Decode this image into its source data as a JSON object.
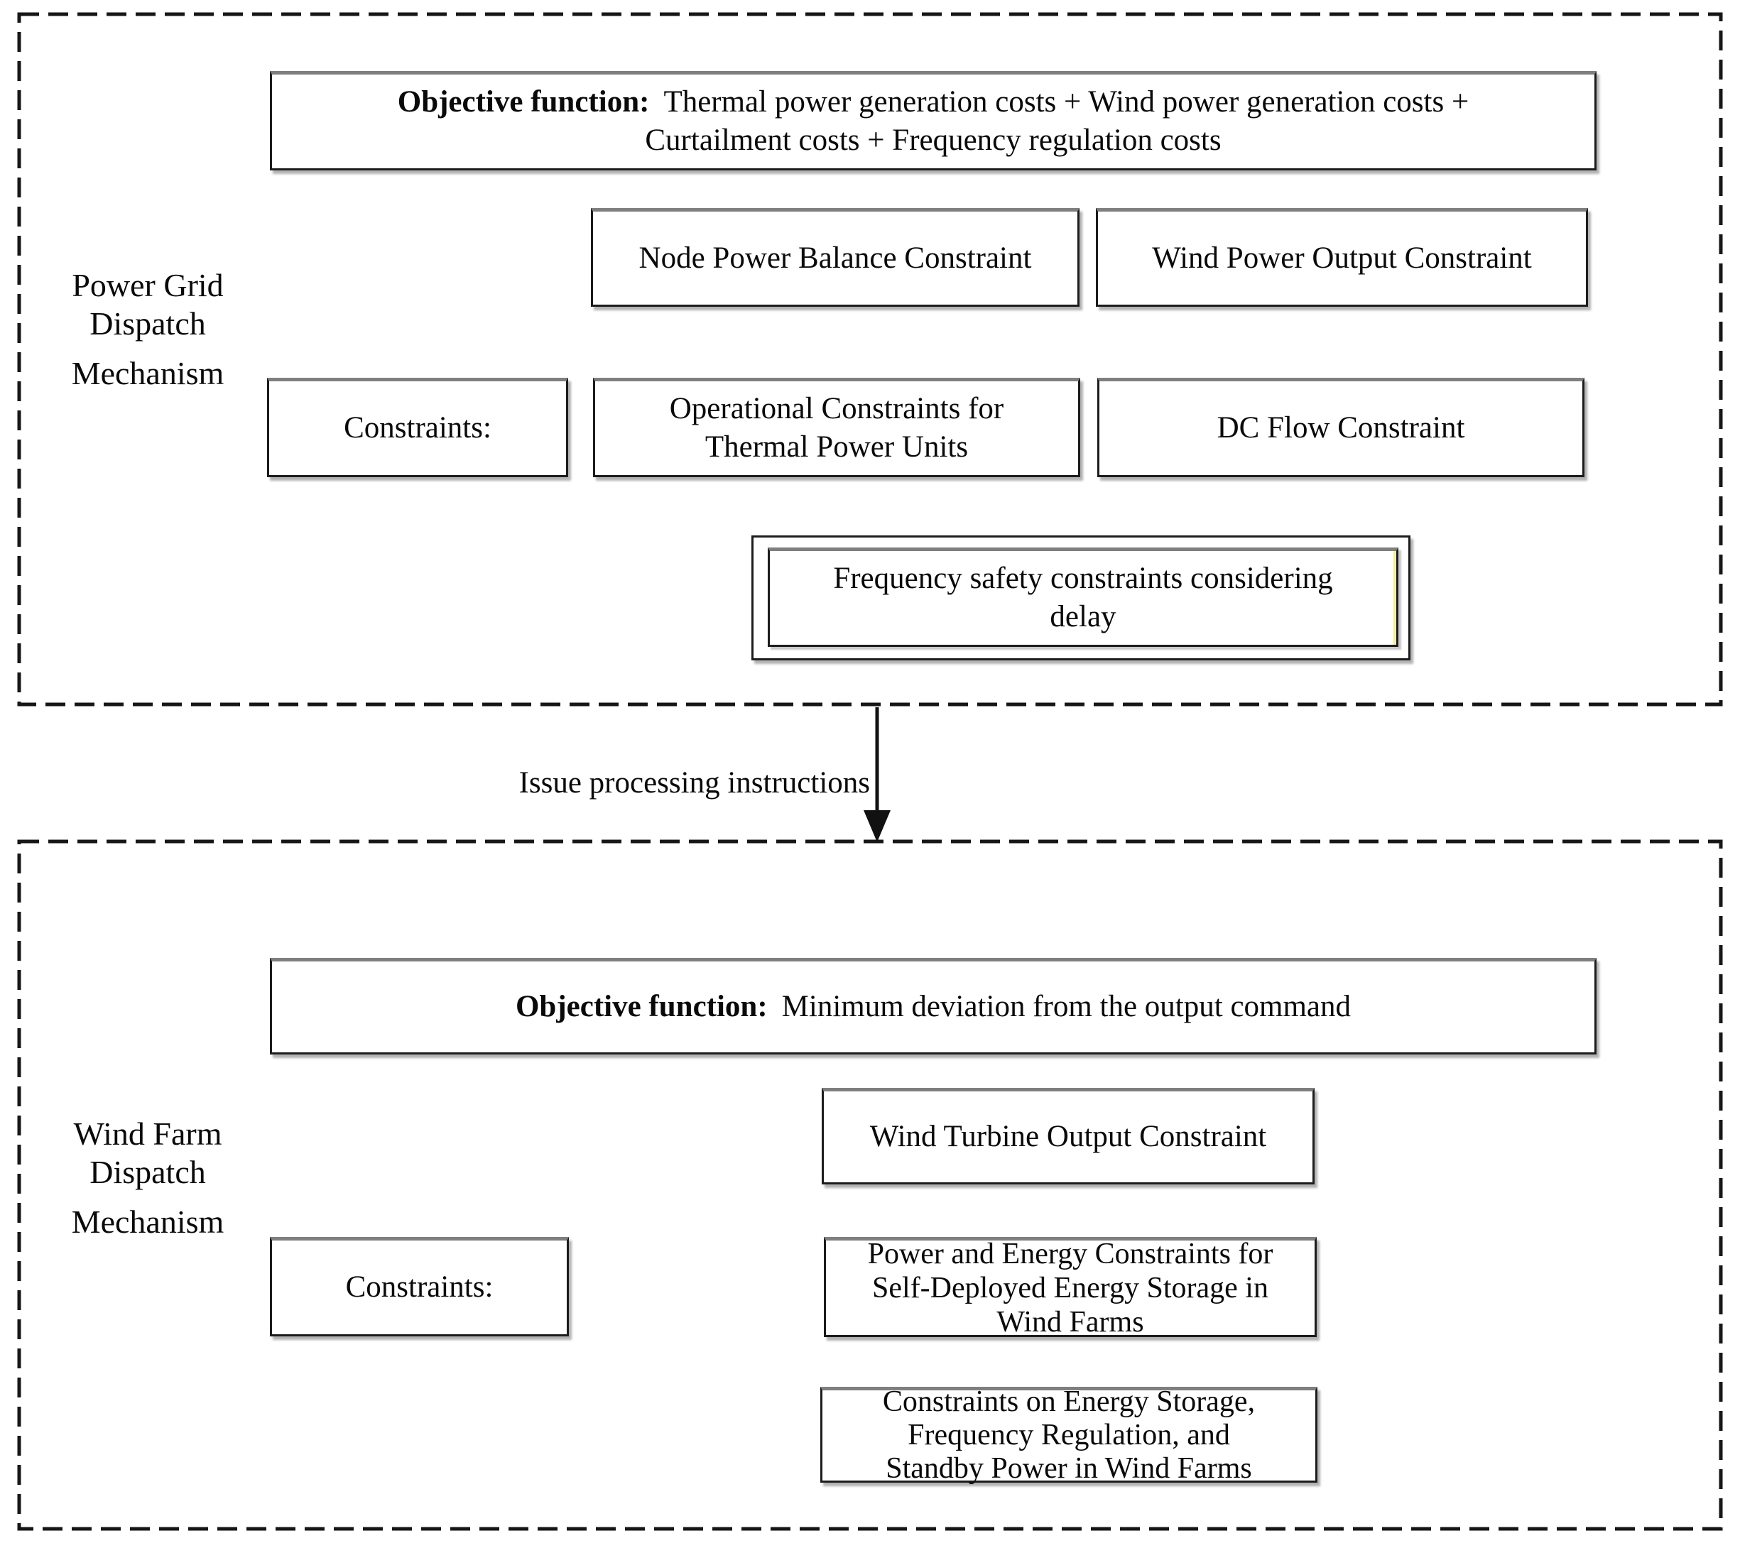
{
  "colors": {
    "line": "#1a1a1a",
    "box_border": "#1c1c1c",
    "box_top_edge": "#7f7f7f",
    "shadow": "#b2b2b2",
    "inner_right_edge": "#f1eda0",
    "background": "#ffffff",
    "text": "#0a0a0a"
  },
  "power_grid_section": {
    "side_label_lines": [
      "Power Grid",
      "Dispatch",
      "Mechanism"
    ],
    "objective": {
      "bold_label": "Objective function:",
      "lines": [
        "Thermal power generation costs + Wind power generation costs +",
        "Curtailment costs + Frequency regulation costs"
      ]
    },
    "boxes": {
      "node_power_balance": [
        "Node Power Balance Constraint"
      ],
      "wind_power_output": [
        "Wind Power Output Constraint"
      ],
      "constraints_label": [
        "Constraints:"
      ],
      "operational_thermal": [
        "Operational Constraints for",
        "Thermal Power Units"
      ],
      "dc_flow": [
        "DC Flow Constraint"
      ],
      "frequency_safety": [
        "Frequency safety constraints considering",
        "delay"
      ]
    }
  },
  "connector": {
    "label": "Issue processing instructions"
  },
  "wind_farm_section": {
    "side_label_lines": [
      "Wind Farm",
      "Dispatch",
      "Mechanism"
    ],
    "objective": {
      "bold_label": "Objective function:",
      "lines": [
        "Minimum deviation from the output command"
      ]
    },
    "boxes": {
      "wind_turbine_output": [
        "Wind Turbine Output Constraint"
      ],
      "constraints_label": [
        "Constraints:"
      ],
      "power_energy_storage": [
        "Power and Energy Constraints for",
        "Self-Deployed Energy Storage in",
        "Wind Farms"
      ],
      "storage_freq_standby": [
        "Constraints on Energy Storage,",
        "Frequency Regulation, and",
        "Standby Power in Wind Farms"
      ]
    }
  }
}
